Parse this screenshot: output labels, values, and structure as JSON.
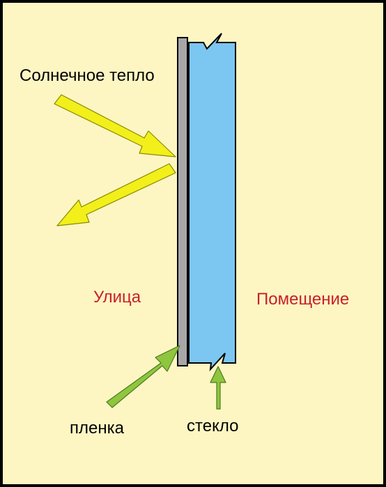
{
  "labels": {
    "solar_heat": "Солнечное тепло",
    "street": "Улица",
    "room": "Помещение",
    "film": "пленка",
    "glass": "стекло"
  },
  "colors": {
    "background": "#fdf6c3",
    "border": "#000000",
    "glass": "#7cc6f2",
    "film": "#a7a7a7",
    "solar_arrow": "#f2ef1a",
    "pointer_arrow": "#8ec63f",
    "accent_text": "#c8202a"
  }
}
